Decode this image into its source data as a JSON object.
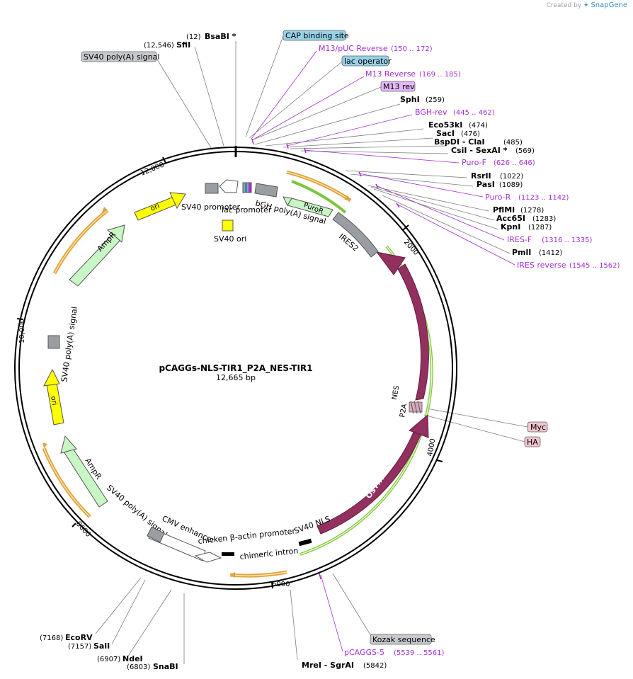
{
  "credit": {
    "prefix": "Created by",
    "brand": "SnapGene"
  },
  "plasmid": {
    "name": "pCAGGs-NLS-TIR1_P2A_NES-TIR1",
    "length": "12,665 bp"
  },
  "ticks": [
    "2000",
    "4000",
    "6000",
    "8000",
    "10,000",
    "12,000"
  ],
  "enzymes": [
    {
      "pos": "(12)",
      "name": "BsaBI *"
    },
    {
      "pos": "(12,546)",
      "name": "SfiI"
    },
    {
      "pos": "(259)",
      "name": "SphI"
    },
    {
      "pos": "(474)",
      "name": "Eco53kI"
    },
    {
      "pos": "(476)",
      "name": "SacI"
    },
    {
      "pos": "(485)",
      "name": "BspDI - ClaI"
    },
    {
      "pos": "(569)",
      "name": "CsiI - SexAI *"
    },
    {
      "pos": "(1022)",
      "name": "RsrII"
    },
    {
      "pos": "(1089)",
      "name": "PasI"
    },
    {
      "pos": "(1278)",
      "name": "PflMI"
    },
    {
      "pos": "(1283)",
      "name": "Acc65I"
    },
    {
      "pos": "(1287)",
      "name": "KpnI"
    },
    {
      "pos": "(1412)",
      "name": "PmlI"
    },
    {
      "pos": "(7168)",
      "name": "EcoRV"
    },
    {
      "pos": "(7157)",
      "name": "SalI"
    },
    {
      "pos": "(6907)",
      "name": "NdeI"
    },
    {
      "pos": "(6803)",
      "name": "SnaBI"
    },
    {
      "pos": "(5842)",
      "name": "MreI - SgrAI"
    }
  ],
  "primers": [
    {
      "name": "M13/pUC Reverse",
      "range": "(150 .. 172)"
    },
    {
      "name": "M13 Reverse",
      "range": "(169 .. 185)"
    },
    {
      "name": "BGH-rev",
      "range": "(445 .. 462)"
    },
    {
      "name": "Puro-F",
      "range": "(626 .. 646)"
    },
    {
      "name": "Puro-R",
      "range": "(1123 .. 1142)"
    },
    {
      "name": "IRES-F",
      "range": "(1316 .. 1335)"
    },
    {
      "name": "IRES reverse",
      "range": "(1545 .. 1562)"
    },
    {
      "name": "pCAGGS-5",
      "range": "(5539 .. 5561)"
    }
  ],
  "boxed_labels": {
    "cap": "CAP binding site",
    "lac_op": "lac operator",
    "m13rev": "M13 rev",
    "sv40polyA_top": "SV40 poly(A) signal",
    "myc": "Myc",
    "ha": "HA",
    "kozak": "Kozak sequence"
  },
  "features": {
    "sv40_promoter": "SV40 promoter",
    "lac_promoter": "lac promoter",
    "bgh": "bGH poly(A) signal",
    "sv40_ori": "SV40 ori",
    "puror": "PuroR",
    "ires2": "IRES2",
    "ostir1_a": "OsTIR1",
    "ostir1_b": "OsTIR1",
    "nes": "NES",
    "p2a": "P2A",
    "sv40_nls": "SV40 NLS",
    "chimeric_intron": "chimeric intron",
    "chicken_actin": "chicken β-actin promoter",
    "cmv": "CMV enhancer",
    "sv40_polyA_lower": "SV40 poly(A) signal",
    "sv40_polyA_left": "SV40 poly(A) signal",
    "ampr_lower": "AmpR",
    "ampr_upper": "AmpR",
    "ori_left": "ori",
    "ori_top": "ori"
  },
  "colors": {
    "backbone": "#000000",
    "ostir1": "#93305f",
    "puror": "#c8f7c5",
    "ampr": "#c8f7c5",
    "ori": "#ffff00",
    "grey_feature": "#9a9ea3",
    "orange_arc": "#e0a33a",
    "green_arc": "#7bc63a",
    "primer": "#a22ed0",
    "cap_box": "#96d1e6",
    "m13_box": "#e2b8f7",
    "tag_box": "#efc4cf",
    "grey_box": "#c7c9cc"
  }
}
